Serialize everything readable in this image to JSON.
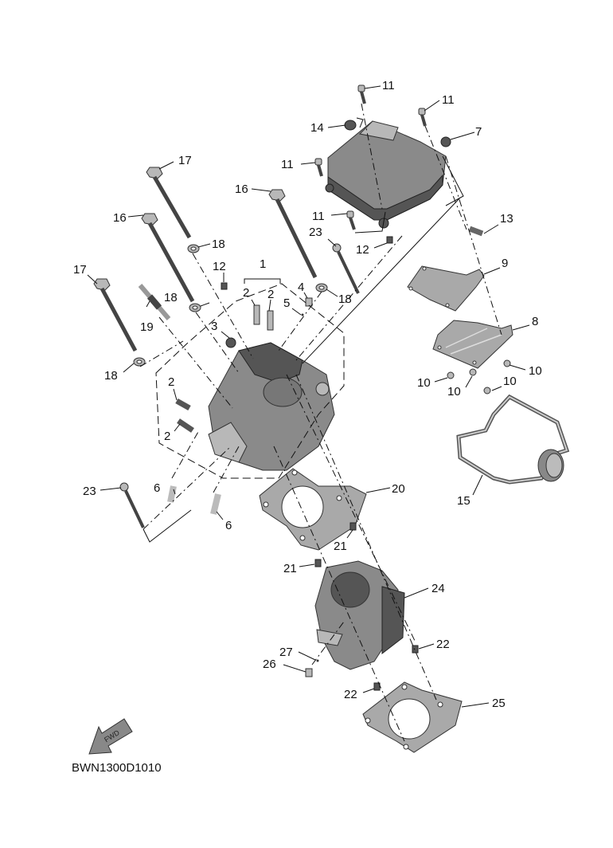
{
  "diagram": {
    "type": "exploded-parts-diagram",
    "subject": "Cylinder head and cylinder assembly",
    "figure_code": "BWN1300D1010",
    "direction_indicator": "FWD",
    "callouts": [
      {
        "id": "c11a",
        "text": "11"
      },
      {
        "id": "c11b",
        "text": "11"
      },
      {
        "id": "c14",
        "text": "14"
      },
      {
        "id": "c7",
        "text": "7"
      },
      {
        "id": "c11c",
        "text": "11"
      },
      {
        "id": "c11d",
        "text": "11"
      },
      {
        "id": "c13",
        "text": "13"
      },
      {
        "id": "c23a",
        "text": "23"
      },
      {
        "id": "c12a",
        "text": "12"
      },
      {
        "id": "c17a",
        "text": "17"
      },
      {
        "id": "c16a",
        "text": "16"
      },
      {
        "id": "c16b",
        "text": "16"
      },
      {
        "id": "c18a",
        "text": "18"
      },
      {
        "id": "c12b",
        "text": "12"
      },
      {
        "id": "c1",
        "text": "1"
      },
      {
        "id": "c17b",
        "text": "17"
      },
      {
        "id": "c2a",
        "text": "2"
      },
      {
        "id": "c2b",
        "text": "2"
      },
      {
        "id": "c4",
        "text": "4"
      },
      {
        "id": "c5",
        "text": "5"
      },
      {
        "id": "c18b",
        "text": "18"
      },
      {
        "id": "c18c",
        "text": "18"
      },
      {
        "id": "c19",
        "text": "19"
      },
      {
        "id": "c3",
        "text": "3"
      },
      {
        "id": "c18d",
        "text": "18"
      },
      {
        "id": "c9",
        "text": "9"
      },
      {
        "id": "c8",
        "text": "8"
      },
      {
        "id": "c10a",
        "text": "10"
      },
      {
        "id": "c10b",
        "text": "10"
      },
      {
        "id": "c10c",
        "text": "10"
      },
      {
        "id": "c10d",
        "text": "10"
      },
      {
        "id": "c2c",
        "text": "2"
      },
      {
        "id": "c2d",
        "text": "2"
      },
      {
        "id": "c15",
        "text": "15"
      },
      {
        "id": "c23b",
        "text": "23"
      },
      {
        "id": "c6a",
        "text": "6"
      },
      {
        "id": "c6b",
        "text": "6"
      },
      {
        "id": "c20",
        "text": "20"
      },
      {
        "id": "c21a",
        "text": "21"
      },
      {
        "id": "c21b",
        "text": "21"
      },
      {
        "id": "c24",
        "text": "24"
      },
      {
        "id": "c27",
        "text": "27"
      },
      {
        "id": "c26",
        "text": "26"
      },
      {
        "id": "c22a",
        "text": "22"
      },
      {
        "id": "c22b",
        "text": "22"
      },
      {
        "id": "c25",
        "text": "25"
      }
    ]
  }
}
